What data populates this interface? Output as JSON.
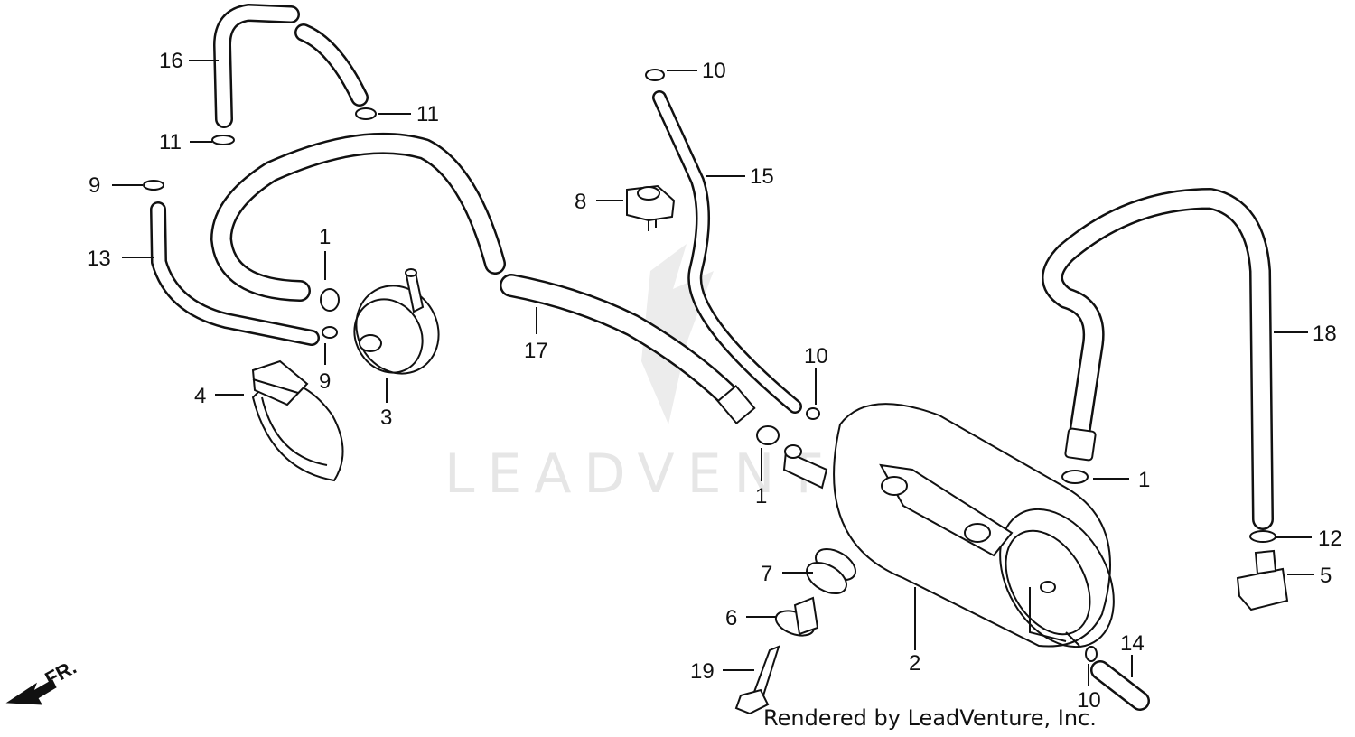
{
  "diagram": {
    "watermark": "LEADVENTURE",
    "footer": "Rendered by LeadVenture, Inc.",
    "direction_label": "FR.",
    "callouts": [
      {
        "id": "c1a",
        "label": "1"
      },
      {
        "id": "c1b",
        "label": "1"
      },
      {
        "id": "c1c",
        "label": "1"
      },
      {
        "id": "c2",
        "label": "2"
      },
      {
        "id": "c3",
        "label": "3"
      },
      {
        "id": "c4",
        "label": "4"
      },
      {
        "id": "c5",
        "label": "5"
      },
      {
        "id": "c6",
        "label": "6"
      },
      {
        "id": "c7",
        "label": "7"
      },
      {
        "id": "c8",
        "label": "8"
      },
      {
        "id": "c9a",
        "label": "9"
      },
      {
        "id": "c9b",
        "label": "9"
      },
      {
        "id": "c10a",
        "label": "10"
      },
      {
        "id": "c10b",
        "label": "10"
      },
      {
        "id": "c10c",
        "label": "10"
      },
      {
        "id": "c11a",
        "label": "11"
      },
      {
        "id": "c11b",
        "label": "11"
      },
      {
        "id": "c12",
        "label": "12"
      },
      {
        "id": "c13",
        "label": "13"
      },
      {
        "id": "c14",
        "label": "14"
      },
      {
        "id": "c15",
        "label": "15"
      },
      {
        "id": "c16",
        "label": "16"
      },
      {
        "id": "c17",
        "label": "17"
      },
      {
        "id": "c18",
        "label": "18"
      },
      {
        "id": "c19",
        "label": "19"
      }
    ]
  }
}
